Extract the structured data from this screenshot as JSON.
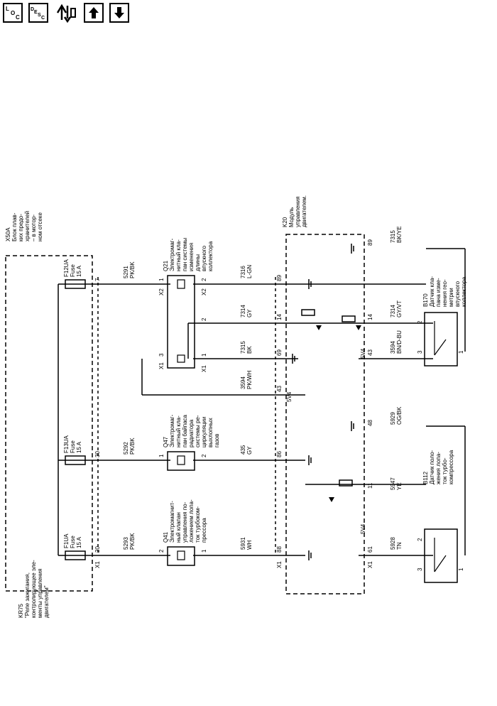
{
  "toolbar": {
    "loc_label": "LOC",
    "desc_label": "DESC",
    "buttons": [
      "location",
      "description",
      "connector-pin",
      "page-up",
      "page-down"
    ]
  },
  "diagram": {
    "x50a": [
      "X50A",
      "Блок плав-",
      "ких предо-",
      "хранителей",
      "– в мотор-",
      "ном отсеке"
    ],
    "kr75": [
      "KR75",
      "\"Реле зажигания,",
      "контролирующее эле-",
      "менты управления",
      "двигателем\""
    ],
    "k20": [
      "K20",
      "Модуль",
      "управления",
      "двигателем."
    ],
    "fuses": [
      {
        "id": "F12UA",
        "label": "Fuse",
        "rating": "15 A"
      },
      {
        "id": "F13UA",
        "label": "Fuse",
        "rating": "15 A"
      },
      {
        "id": "F1UA",
        "label": "Fuse",
        "rating": "15 A"
      }
    ],
    "x50a_pins": [
      "7",
      "30",
      "20"
    ],
    "x1_label": "X1",
    "x2_label": "X2",
    "wires_top": [
      {
        "circuit": "5291",
        "color": "PK/BK"
      },
      {
        "circuit": "5292",
        "color": "PK/BK"
      },
      {
        "circuit": "5293",
        "color": "PK/BK"
      }
    ],
    "q21": [
      "Q21",
      "Электромаг-",
      "нитный кла-",
      "пан системы",
      "изменения",
      "длины",
      "впускного",
      "коллектора"
    ],
    "q47": [
      "Q47",
      "Электромаг-",
      "нитный кла-",
      "пан байпаса",
      "радиатора",
      "системы ре-",
      "циркуляции",
      "выхлопных",
      "газов"
    ],
    "q41": [
      "Q41",
      "Электромагнит-",
      "ный клапан",
      "управления по-",
      "ложением лопа-",
      "ток турбоком-",
      "прессора"
    ],
    "q21_pins": [
      "1",
      "2",
      "2",
      "3",
      "1"
    ],
    "q47_pins": [
      "1",
      "2"
    ],
    "q41_pins": [
      "2",
      "1"
    ],
    "wires_mid": [
      {
        "circuit": "7316",
        "color": "L-GN"
      },
      {
        "circuit": "7314",
        "color": "GY"
      },
      {
        "circuit": "7315",
        "color": "BK"
      },
      {
        "circuit": "3594",
        "color": "PK/WH"
      },
      {
        "circuit": "435",
        "color": "GY"
      },
      {
        "circuit": "5931",
        "color": "WH"
      }
    ],
    "k20_pins": [
      "89",
      "14",
      "69",
      "43",
      "86",
      "88",
      "89",
      "14",
      "43",
      "48",
      "11",
      "61"
    ],
    "sensor_ref": "5V4",
    "wires_right": [
      {
        "circuit": "7315",
        "color": "BK/YE"
      },
      {
        "circuit": "7314",
        "color": "GY/VT"
      },
      {
        "circuit": "3594",
        "color": "BN/D-BU"
      },
      {
        "circuit": "5929",
        "color": "OG/BK"
      },
      {
        "circuit": "5947",
        "color": "YE"
      },
      {
        "circuit": "5928",
        "color": "TN"
      }
    ],
    "b170": [
      "B170",
      "Датчик кла-",
      "пана изме-",
      "нения гео-",
      "метрии",
      "впускного",
      "коллектора"
    ],
    "b112": [
      "B112",
      "Датчик поло-",
      "жения лопа-",
      "ток турбо-",
      "компрессора"
    ],
    "sensor_pins": [
      "2",
      "3",
      "1"
    ]
  }
}
